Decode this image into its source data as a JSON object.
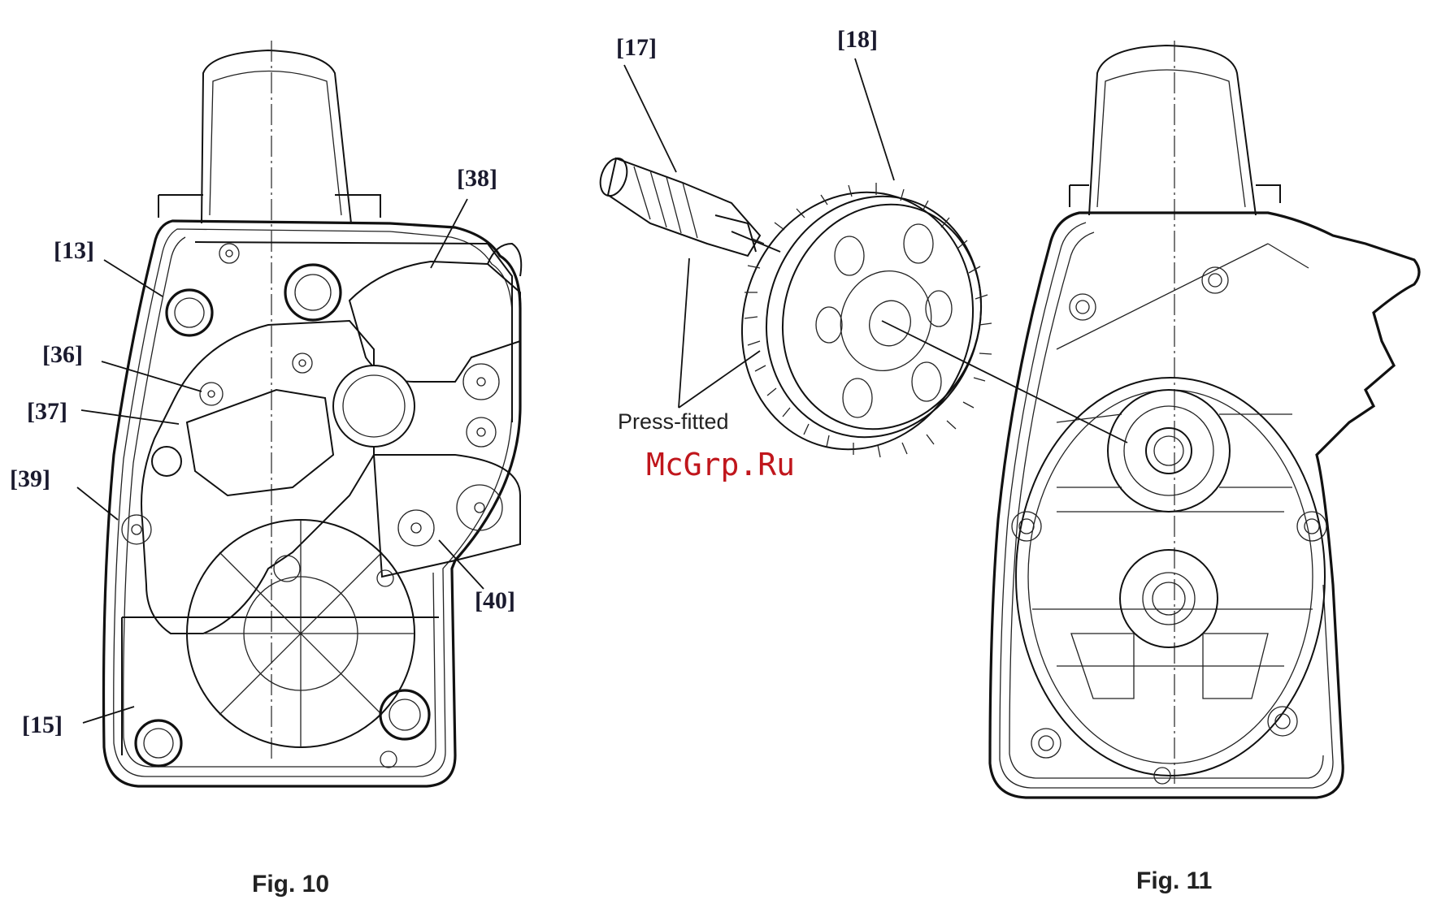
{
  "figures": {
    "fig10": {
      "caption": "Fig. 10",
      "callouts": [
        "[13]",
        "[36]",
        "[37]",
        "[39]",
        "[15]",
        "[38]",
        "[40]"
      ]
    },
    "fig_middle": {
      "callouts": [
        "[17]",
        "[18]"
      ],
      "note": "Press-fitted"
    },
    "fig11": {
      "caption": "Fig. 11"
    }
  },
  "watermark": {
    "text": "McGrp.Ru",
    "color": "#c0161c"
  }
}
